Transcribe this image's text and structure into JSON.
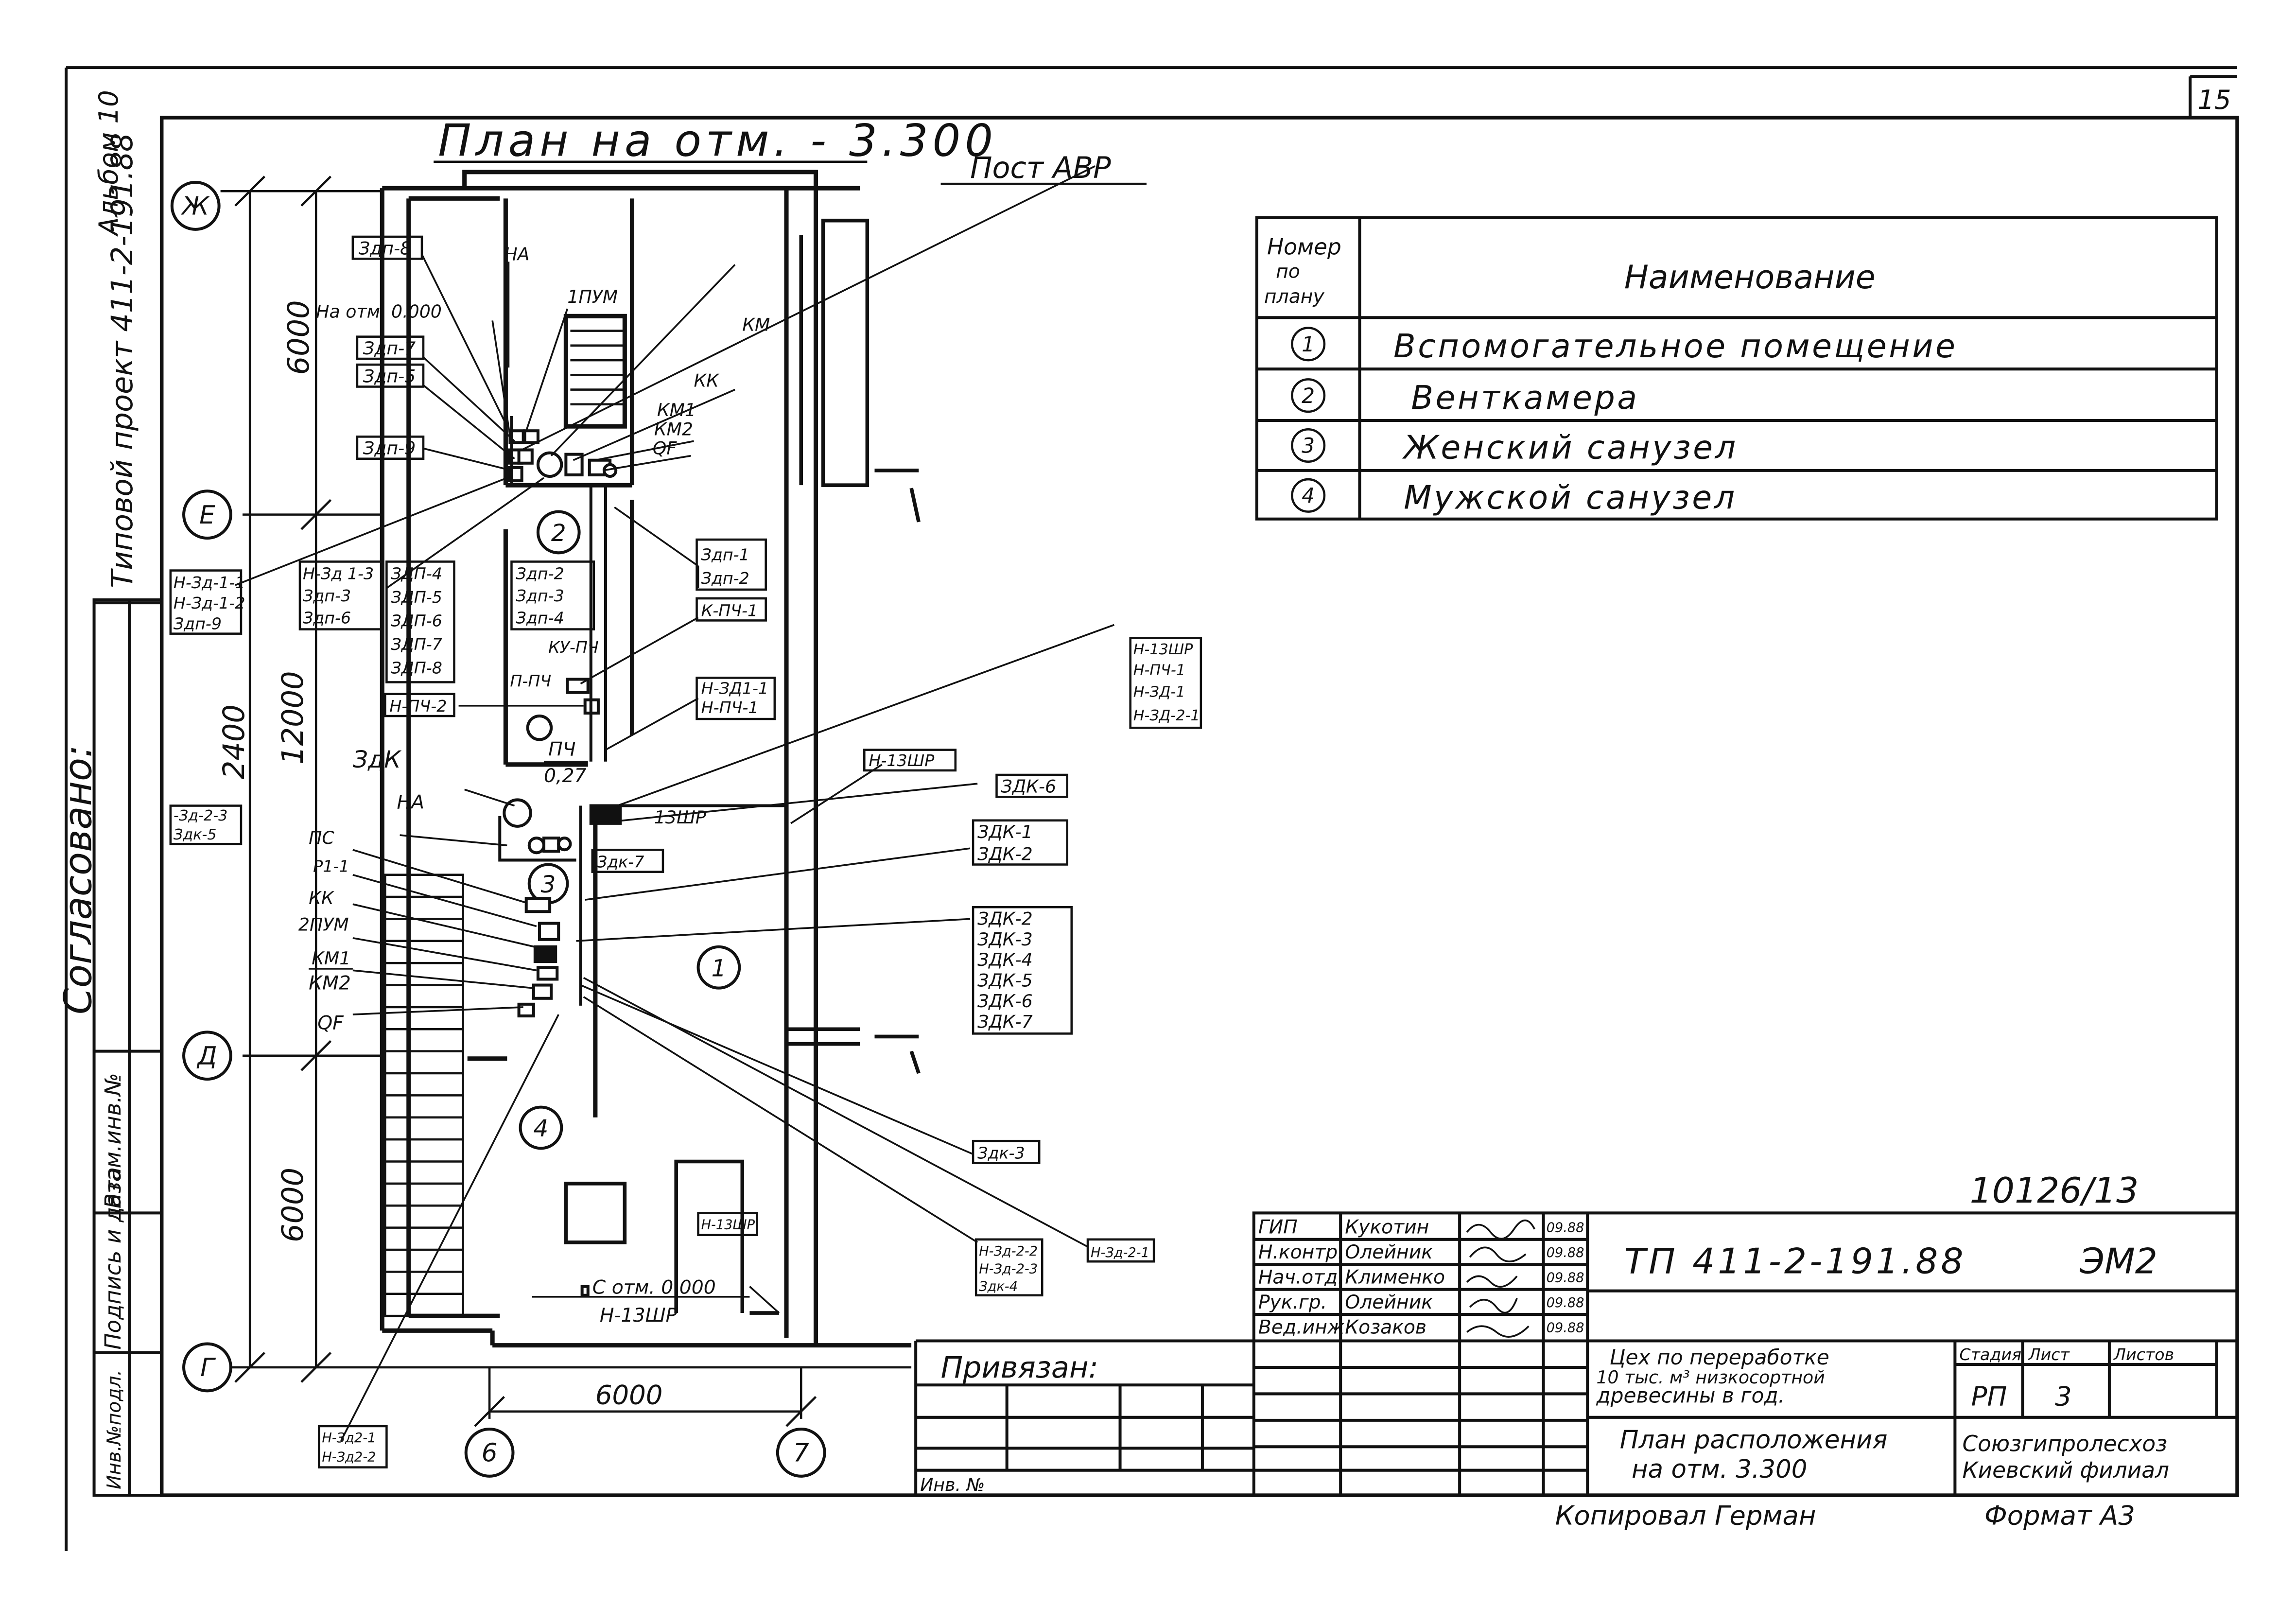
{
  "sheet_number": "15",
  "plan_title": "План на отм. - 3.300",
  "post_avr": "Пост АВР",
  "side_strip": {
    "album": "Альбом 10",
    "project": "Типовой проект 411-2-191.88",
    "agreed": "Согласовано:",
    "inv_sub": "Инв.№подл.",
    "sign_date": "Подпись и дата",
    "inv_replace": "Взам.инв.№"
  },
  "axes": {
    "zh": "Ж",
    "e": "Е",
    "d": "Д",
    "g": "Г",
    "six": "6",
    "seven": "7"
  },
  "dims": {
    "d6000_top": "6000",
    "d12000": "12000",
    "d2400": "2400",
    "d6000_bottom": "6000",
    "d6000_horizontal": "6000"
  },
  "room_table": {
    "header_num": [
      "Номер",
      "по",
      "плану"
    ],
    "header_name": "Наименование",
    "rows": [
      {
        "num": "1",
        "name": "Вспомогательное помещение"
      },
      {
        "num": "2",
        "name": "Венткамера"
      },
      {
        "num": "3",
        "name": "Женский санузел"
      },
      {
        "num": "4",
        "name": "Мужской санузел"
      }
    ]
  },
  "rooms": {
    "r1": "1",
    "r2": "2",
    "r3": "3",
    "r4": "4"
  },
  "labels": {
    "zdp8": "Здп-8",
    "na_top": "НА",
    "na_otm": "На отм. 0.000",
    "ipum": "1ПУМ",
    "zdp7": "Здп-7",
    "zdp5": "Здп-5",
    "zdp9": "Здп-9",
    "km": "КМ",
    "kk_top": "КК",
    "km1_top": "КМ1",
    "km2_top": "КМ2",
    "qf_top": "QF",
    "n_zd1_1": "Н-Зд-1-1",
    "n_zd1_2": "Н-Зд-1-2",
    "zdp9b": "Здп-9",
    "n_zd1_3": "Н-Зд 1-3",
    "zdp3a": "Здп-3",
    "zdp6a": "Здп-6",
    "zdp4b": "ЗДП-4",
    "zdp5b": "ЗДП-5",
    "zdp6b": "ЗДП-6",
    "zdp7b": "ЗДП-7",
    "zdp8b": "ЗДП-8",
    "zdp2": "Здп-2",
    "zdp3": "Здп-3",
    "zdp4": "Здп-4",
    "zdp1r": "Здп-1",
    "zdp2r": "Здп-2",
    "k_pch1": "К-ПЧ-1",
    "ku_pch": "КУ-ПЧ",
    "p_pch": "П-ПЧ",
    "n_pch2": "Н-ПЧ-2",
    "n_zd1_1r": "Н-ЗД1-1",
    "n_pch1": "Н-ПЧ-1",
    "pch": "ПЧ",
    "pch_val": "0,27",
    "n13shr_a": "Н-13ШР",
    "n_pch1b": "Н-ПЧ-1",
    "n_zd1_1b": "Н-ЗД-1",
    "n_zd2_1": "Н-ЗД-2-1",
    "n13shr_b": "Н-13ШР",
    "zdk": "ЗдК",
    "na_mid": "НА",
    "shr13": "13ШР",
    "zdk6_top": "ЗДК-6",
    "zdk1": "ЗДК-1",
    "zdk2a": "ЗДК-2",
    "zd23": "-Зд-2-3",
    "zdk5a": "Здк-5",
    "zdk7": "Здк-7",
    "ps": "ПС",
    "r1_1": "Р1-1",
    "kk_mid": "КК",
    "pum2": "2ПУМ",
    "km1_mid": "КМ1",
    "km2_mid": "КМ2",
    "qf_mid": "QF",
    "zdk2b": "ЗДК-2",
    "zdk3": "ЗДК-3",
    "zdk4": "ЗДК-4",
    "zdk5b": "ЗДК-5",
    "zdk6b": "ЗДК-6",
    "zdk7b": "ЗДК-7",
    "zdk3s": "Здк-3",
    "n13shr_c": "Н-13ШР",
    "n_zd2_2": "Н-Зд-2-2",
    "n_zd2_3": "Н-Зд-2-3",
    "zdk4s": "Здк-4",
    "n_zd2_1b": "Н-Зд-2-1",
    "s_otm": "С отм. 0.000",
    "n13shr_d": "Н-13ШР",
    "n_zd2_1c": "Н-Зд2-1",
    "n_zd2_2c": "Н-Зд2-2"
  },
  "stamp": {
    "doc_number": "10126/13",
    "roles": [
      "ГИП",
      "Н.контр.",
      "Нач.отд.",
      "Рук.гр.",
      "Вед.инж."
    ],
    "names": [
      "Кукотин",
      "Олейник",
      "Клименко",
      "Олейник",
      "Козаков"
    ],
    "dates": [
      "09.88",
      "09.88",
      "09.88",
      "09.88",
      "09.88"
    ],
    "project_code": "ТП 411-2-191.88",
    "set_code": "ЭМ2",
    "object_name": [
      "Цех по переработке",
      "10 тыс. м³ низкосортной",
      "древесины в год."
    ],
    "sheet_title": [
      "План расположения",
      "на отм. 3.300"
    ],
    "h_stage": "Стадия",
    "h_sheet": "Лист",
    "h_sheets": "Листов",
    "stage": "РП",
    "sheet": "3",
    "org": [
      "Союзгипролесхоз",
      "Киевский филиал"
    ],
    "privyazan": "Привязан:",
    "inv_no": "Инв. №",
    "copied": "Копировал Герман",
    "format": "Формат А3"
  }
}
